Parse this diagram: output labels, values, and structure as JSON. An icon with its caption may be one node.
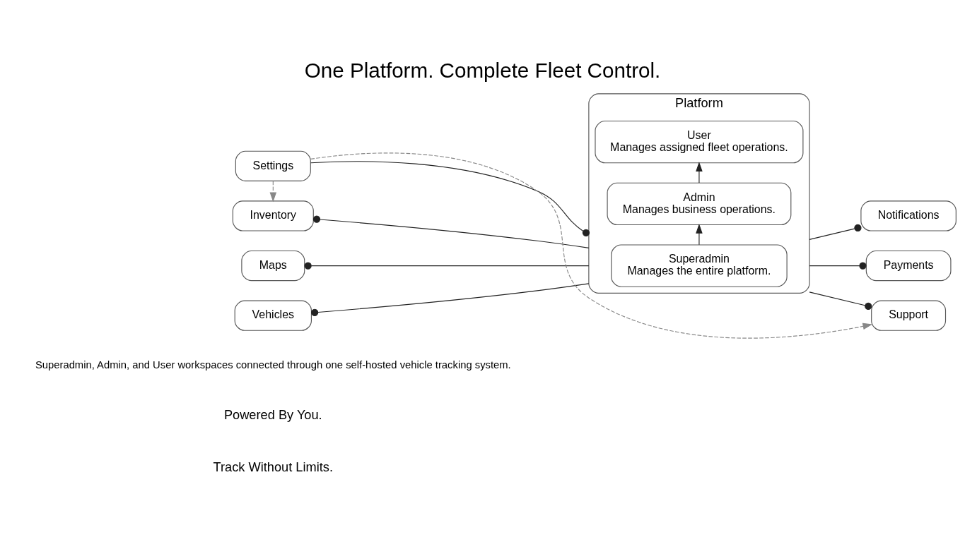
{
  "diagram": {
    "title": "One Platform. Complete Fleet Control.",
    "nodes": [
      {
        "text": [
          "Platform"
        ]
      },
      {
        "text": [
          "Superadmin",
          "Manages the entire platform."
        ],
        "in": 0
      },
      {
        "text": [
          "Admin",
          "Manages business operations."
        ],
        "in": 0
      },
      {
        "text": [
          "User",
          "Manages assigned fleet operations."
        ],
        "in": 0
      },
      {
        "text": [
          "Maps"
        ]
      },
      {
        "text": [
          "Vehicles"
        ]
      },
      {
        "text": [
          "Inventory"
        ]
      },
      {
        "text": [
          "Notifications"
        ]
      },
      {
        "text": [
          "Payments"
        ]
      },
      {
        "text": [
          "Support"
        ]
      },
      {
        "text": [
          "Settings"
        ]
      }
    ],
    "edges": [
      {
        "from": 1,
        "to": 2,
        "arrow": "to"
      },
      {
        "from": 2,
        "to": 3,
        "arrow": "to"
      },
      {
        "from": 4,
        "to": 0,
        "arrow": "other"
      },
      {
        "from": 5,
        "to": 0,
        "arrow": "other"
      },
      {
        "from": 6,
        "to": 0,
        "arrow": "other"
      },
      {
        "from": 7,
        "to": 0,
        "arrow": "other"
      },
      {
        "from": 8,
        "to": 0,
        "arrow": "other"
      },
      {
        "from": 9,
        "to": 0,
        "arrow": "other"
      },
      {
        "from": 0,
        "to": 10,
        "arrow": "other"
      },
      {
        "from": 10,
        "to": 6,
        "arrow": "to",
        "style": "dashed",
        "color": "#888888"
      },
      {
        "from": 10,
        "to": 9,
        "arrow": "to",
        "style": "dashed",
        "color": "#888888"
      }
    ],
    "labels": [
      "Track Without Limits.",
      "Powered By You.",
      "Superadmin, Admin, and User workspaces connected through one self-hosted vehicle tracking system."
    ]
  }
}
